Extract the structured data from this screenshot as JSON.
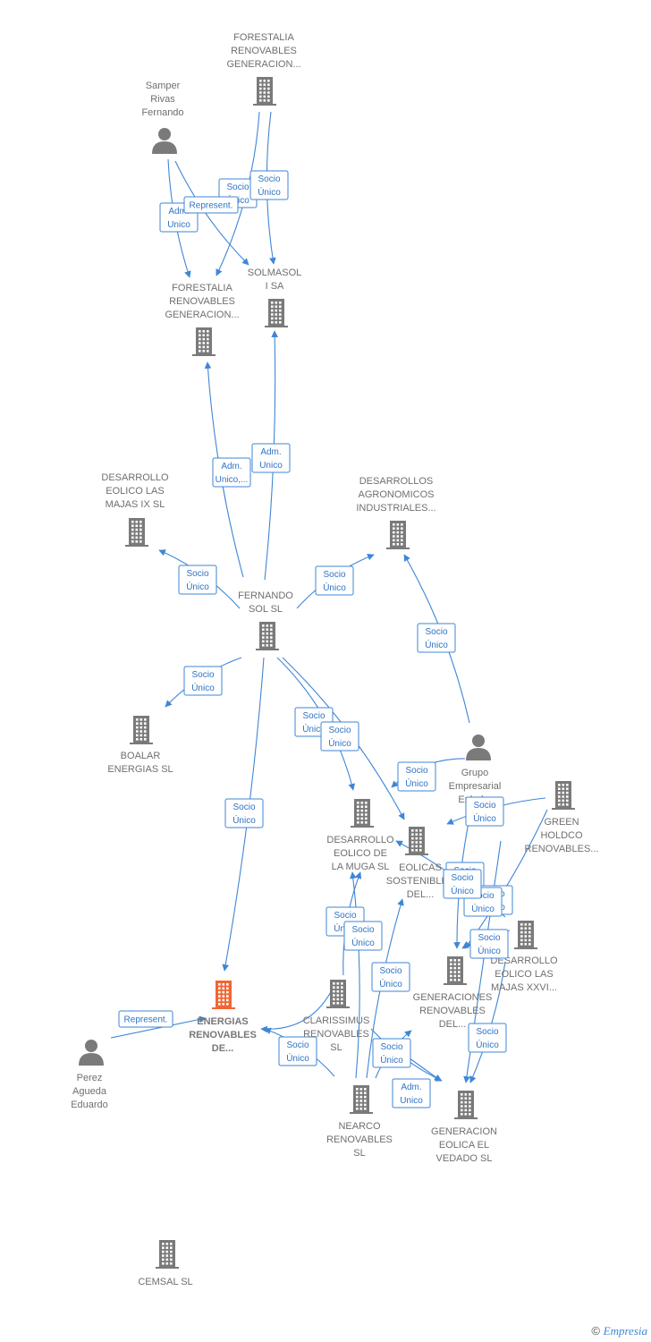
{
  "colors": {
    "edge": "#3f86d6",
    "node": "#7a7a7a",
    "focus": "#f26532"
  },
  "nodes": [
    {
      "id": "forestalia1",
      "type": "company",
      "lines": [
        "FORESTALIA",
        "RENOVABLES",
        "GENERACION..."
      ]
    },
    {
      "id": "samper",
      "type": "person",
      "lines": [
        "Samper",
        "Rivas",
        "Fernando"
      ]
    },
    {
      "id": "forestalia2",
      "type": "company",
      "lines": [
        "FORESTALIA",
        "RENOVABLES",
        "GENERACION..."
      ]
    },
    {
      "id": "solmasol",
      "type": "company",
      "lines": [
        "SOLMASOL",
        "I SA"
      ]
    },
    {
      "id": "majas9",
      "type": "company",
      "lines": [
        "DESARROLLO",
        "EOLICO LAS",
        "MAJAS IX  SL"
      ]
    },
    {
      "id": "agronomicos",
      "type": "company",
      "lines": [
        "DESARROLLOS",
        "AGRONOMICOS",
        "INDUSTRIALES..."
      ]
    },
    {
      "id": "fernando",
      "type": "company",
      "lines": [
        "FERNANDO",
        "SOL SL"
      ]
    },
    {
      "id": "boalar",
      "type": "company",
      "lines": [
        "BOALAR",
        "ENERGIAS  SL"
      ]
    },
    {
      "id": "grupo",
      "type": "person",
      "lines": [
        "Grupo",
        "Empresarial",
        "Enhol..."
      ]
    },
    {
      "id": "green",
      "type": "company",
      "lines": [
        "GREEN",
        "HOLDCO",
        "RENOVABLES..."
      ]
    },
    {
      "id": "muga",
      "type": "company",
      "lines": [
        "DESARROLLO",
        "EOLICO DE",
        "LA MUGA SL"
      ]
    },
    {
      "id": "eolicas",
      "type": "company",
      "lines": [
        "EOLICAS",
        "SOSTENIBLES",
        "DEL..."
      ]
    },
    {
      "id": "majas26",
      "type": "company",
      "lines": [
        "DESARROLLO",
        "EOLICO LAS",
        "MAJAS XXVI..."
      ]
    },
    {
      "id": "generaciones",
      "type": "company",
      "lines": [
        "GENERACIONES",
        "RENOVABLES",
        "DEL..."
      ]
    },
    {
      "id": "energias",
      "type": "focus",
      "lines": [
        "ENERGIAS",
        "RENOVABLES",
        "DE..."
      ]
    },
    {
      "id": "clarissimus",
      "type": "company",
      "lines": [
        "CLARISSIMUS",
        "RENOVABLES",
        "SL"
      ]
    },
    {
      "id": "perez",
      "type": "person",
      "lines": [
        "Perez",
        "Agueda",
        "Eduardo"
      ]
    },
    {
      "id": "nearco",
      "type": "company",
      "lines": [
        "NEARCO",
        "RENOVABLES",
        "SL"
      ]
    },
    {
      "id": "vedado",
      "type": "company",
      "lines": [
        "GENERACION",
        "EOLICA EL",
        "VEDADO SL"
      ]
    },
    {
      "id": "cemsal",
      "type": "company",
      "lines": [
        "CEMSAL SL"
      ]
    }
  ],
  "edges": [
    {
      "from": "forestalia1",
      "to": "forestalia2",
      "label": [
        "Socio",
        "Único"
      ]
    },
    {
      "from": "forestalia1",
      "to": "solmasol",
      "label": [
        "Socio",
        "Único"
      ]
    },
    {
      "from": "samper",
      "to": "forestalia2",
      "label": [
        "Adm.",
        "Unico"
      ]
    },
    {
      "from": "samper",
      "to": "solmasol",
      "label": [
        "Represent."
      ]
    },
    {
      "from": "fernando",
      "to": "forestalia2",
      "label": [
        "Adm.",
        "Unico,..."
      ]
    },
    {
      "from": "fernando",
      "to": "solmasol",
      "label": [
        "Adm.",
        "Unico"
      ]
    },
    {
      "from": "fernando",
      "to": "majas9",
      "label": [
        "Socio",
        "Único"
      ]
    },
    {
      "from": "fernando",
      "to": "agronomicos",
      "label": [
        "Socio",
        "Único"
      ]
    },
    {
      "from": "fernando",
      "to": "boalar",
      "label": [
        "Socio",
        "Único"
      ]
    },
    {
      "from": "fernando",
      "to": "muga",
      "label": [
        "Socio",
        "Único"
      ]
    },
    {
      "from": "fernando",
      "to": "eolicas",
      "label": [
        "Socio",
        "Único"
      ]
    },
    {
      "from": "fernando",
      "to": "energias",
      "label": [
        "Socio",
        "Único"
      ]
    },
    {
      "from": "grupo",
      "to": "agronomicos",
      "label": [
        "Socio",
        "Único"
      ]
    },
    {
      "from": "grupo",
      "to": "eolicas",
      "label": [
        "Socio",
        "Único"
      ]
    },
    {
      "from": "grupo",
      "to": "generaciones",
      "label": [
        "Socio",
        "Único"
      ]
    },
    {
      "from": "green",
      "to": "eolicas",
      "label": [
        "Socio",
        "Único"
      ]
    },
    {
      "from": "green",
      "to": "generaciones",
      "label": [
        "Socio",
        "Único"
      ]
    },
    {
      "from": "green",
      "to": "vedado",
      "label": [
        "Socio",
        "Único"
      ]
    },
    {
      "from": "majas26",
      "to": "eolicas",
      "label": [
        "Socio",
        "Único"
      ]
    },
    {
      "from": "majas26",
      "to": "generaciones",
      "label": [
        "Socio",
        "Único"
      ]
    },
    {
      "from": "majas26",
      "to": "vedado",
      "label": [
        "Socio",
        "Único"
      ]
    },
    {
      "from": "clarissimus",
      "to": "energias",
      "label": [
        "Socio",
        "Único"
      ]
    },
    {
      "from": "perez",
      "to": "energias",
      "label": [
        "Represent."
      ]
    },
    {
      "from": "nearco",
      "to": "energias",
      "label": [
        "Socio",
        "Único"
      ]
    },
    {
      "from": "nearco",
      "to": "muga",
      "label": [
        "Socio",
        "Único"
      ]
    },
    {
      "from": "nearco",
      "to": "eolicas",
      "label": [
        "Socio",
        "Único"
      ]
    },
    {
      "from": "nearco",
      "to": "vedado",
      "label": [
        "Socio",
        "Único"
      ]
    },
    {
      "from": "clarissimus",
      "to": "muga",
      "label": [
        "Socio",
        "Único"
      ]
    },
    {
      "from": "clarissimus",
      "to": "vedado",
      "label": [
        "Socio",
        "Único"
      ]
    },
    {
      "from": "cemsal",
      "to": "energias",
      "label": [
        "Adm.",
        "Unico"
      ]
    }
  ],
  "footer": {
    "copyright": "©",
    "brand": "Empresia"
  }
}
